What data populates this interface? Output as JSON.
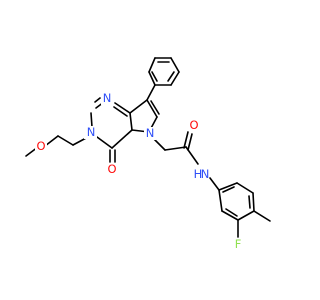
{
  "molecule": {
    "atoms": {
      "N1": "N",
      "N3": "N",
      "N5": "N",
      "O_carbonyl": "O",
      "O_amide": "O",
      "O_methoxy": "O",
      "NH": "H",
      "NH_N": "N",
      "F": "F"
    },
    "colors": {
      "N": "#3050F8",
      "O": "#FF0D0D",
      "F": "#90E050",
      "C": "#000000"
    }
  }
}
